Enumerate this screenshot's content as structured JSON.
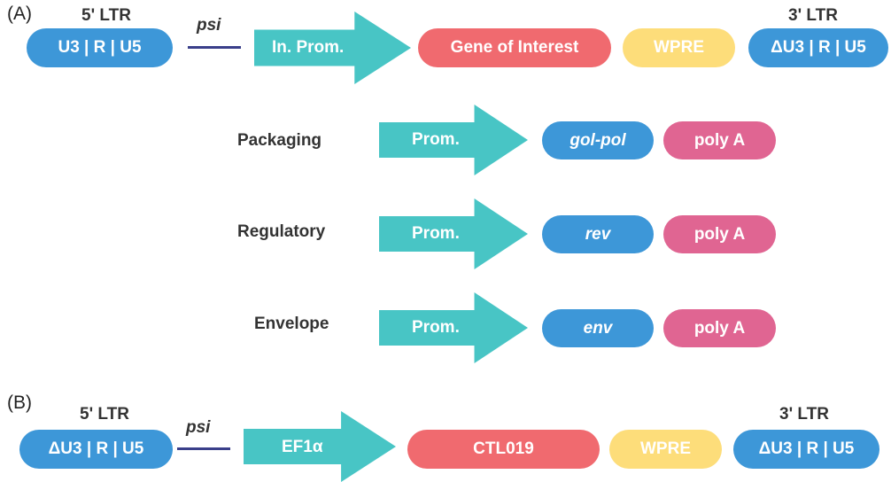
{
  "panel_a": {
    "label": "(A)",
    "ltr5_caption": "5' LTR",
    "ltr5": "U3 | R | U5",
    "psi": "psi",
    "promoter": "In. Prom.",
    "gene": "Gene of Interest",
    "wpre": "WPRE",
    "ltr3_caption": "3' LTR",
    "ltr3": "ΔU3 | R | U5",
    "constructs": [
      {
        "label": "Packaging",
        "promoter": "Prom.",
        "gene": "gol-pol",
        "polya": "poly A"
      },
      {
        "label": "Regulatory",
        "promoter": "Prom.",
        "gene": "rev",
        "polya": "poly A"
      },
      {
        "label": "Envelope",
        "promoter": "Prom.",
        "gene": "env",
        "polya": "poly A"
      }
    ]
  },
  "panel_b": {
    "label": "(B)",
    "ltr5_caption": "5' LTR",
    "ltr5": "ΔU3 | R | U5",
    "psi": "psi",
    "promoter": "EF1α",
    "gene": "CTL019",
    "wpre": "WPRE",
    "ltr3_caption": "3' LTR",
    "ltr3": "ΔU3 | R | U5"
  },
  "colors": {
    "ltr": "#3d97d8",
    "promoter_arrow": "#48c5c5",
    "gene_of_interest": "#f06a6f",
    "wpre": "#fddd7a",
    "poly_a": "#e06592"
  }
}
